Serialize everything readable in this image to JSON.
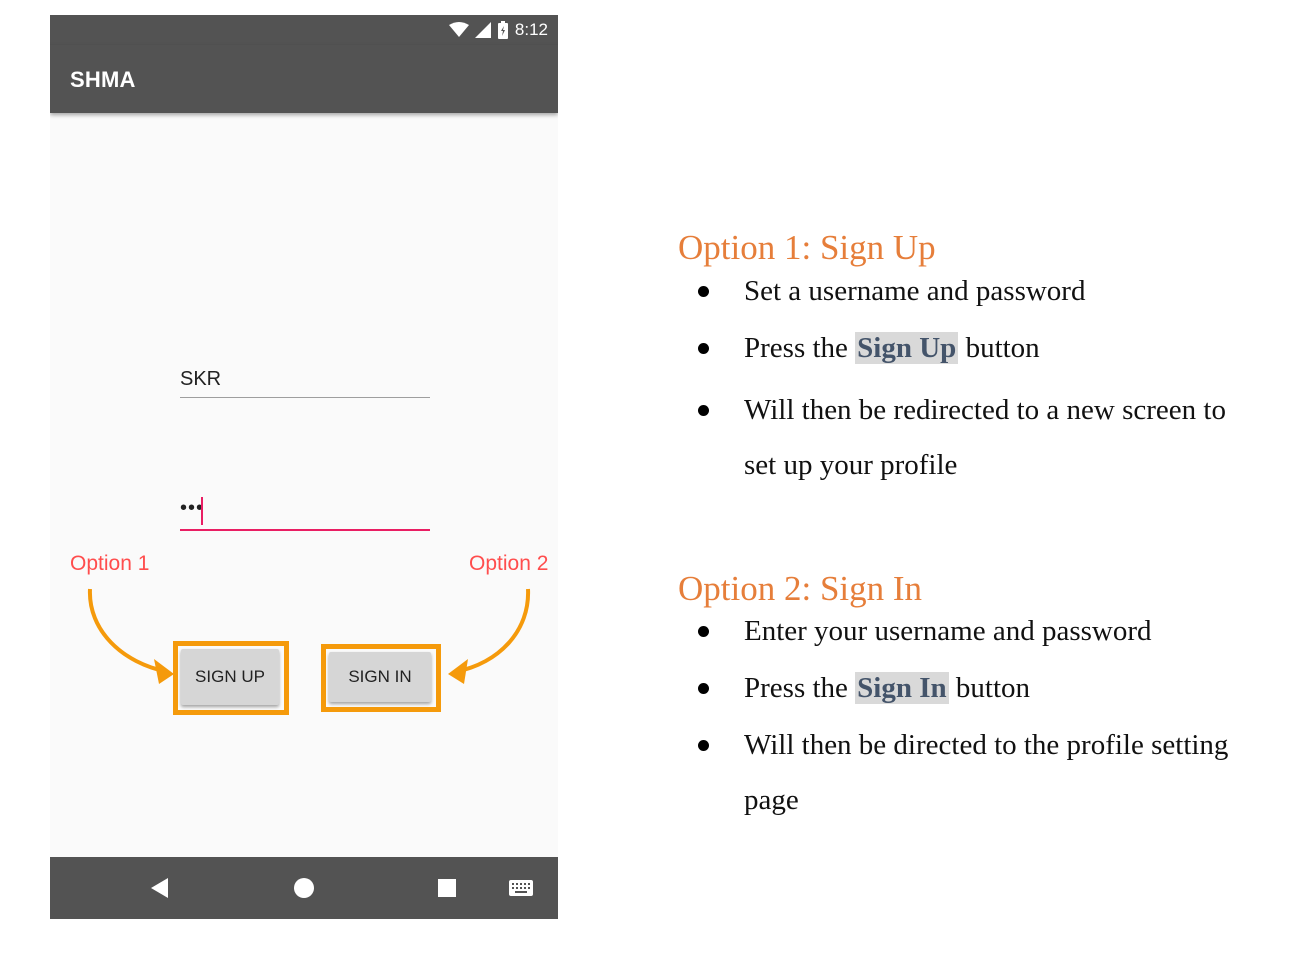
{
  "phone": {
    "status_time": "8:12",
    "app_title": "SHMA",
    "username_value": "SKR",
    "password_value": "•••",
    "annotation_left": "Option 1",
    "annotation_right": "Option 2",
    "signup_label": "SIGN UP",
    "signin_label": "SIGN IN",
    "accent_color": "#f59a0b",
    "annotation_color": "#ff4d4d"
  },
  "instructions": {
    "option1": {
      "heading": "Option 1: Sign Up",
      "b1": "Set a username and password",
      "b2_pre": "Press the ",
      "b2_hl": "Sign Up",
      "b2_post": " button",
      "b3": "Will then be redirected to a new screen to set up your profile"
    },
    "option2": {
      "heading": "Option 2: Sign In",
      "b1": "Enter your username and password",
      "b2_pre": "Press the ",
      "b2_hl": "Sign In",
      "b2_post": " button",
      "b3": "Will then be directed to the profile setting page"
    },
    "heading_color": "#e67e3a",
    "highlight_text_color": "#44546a"
  }
}
